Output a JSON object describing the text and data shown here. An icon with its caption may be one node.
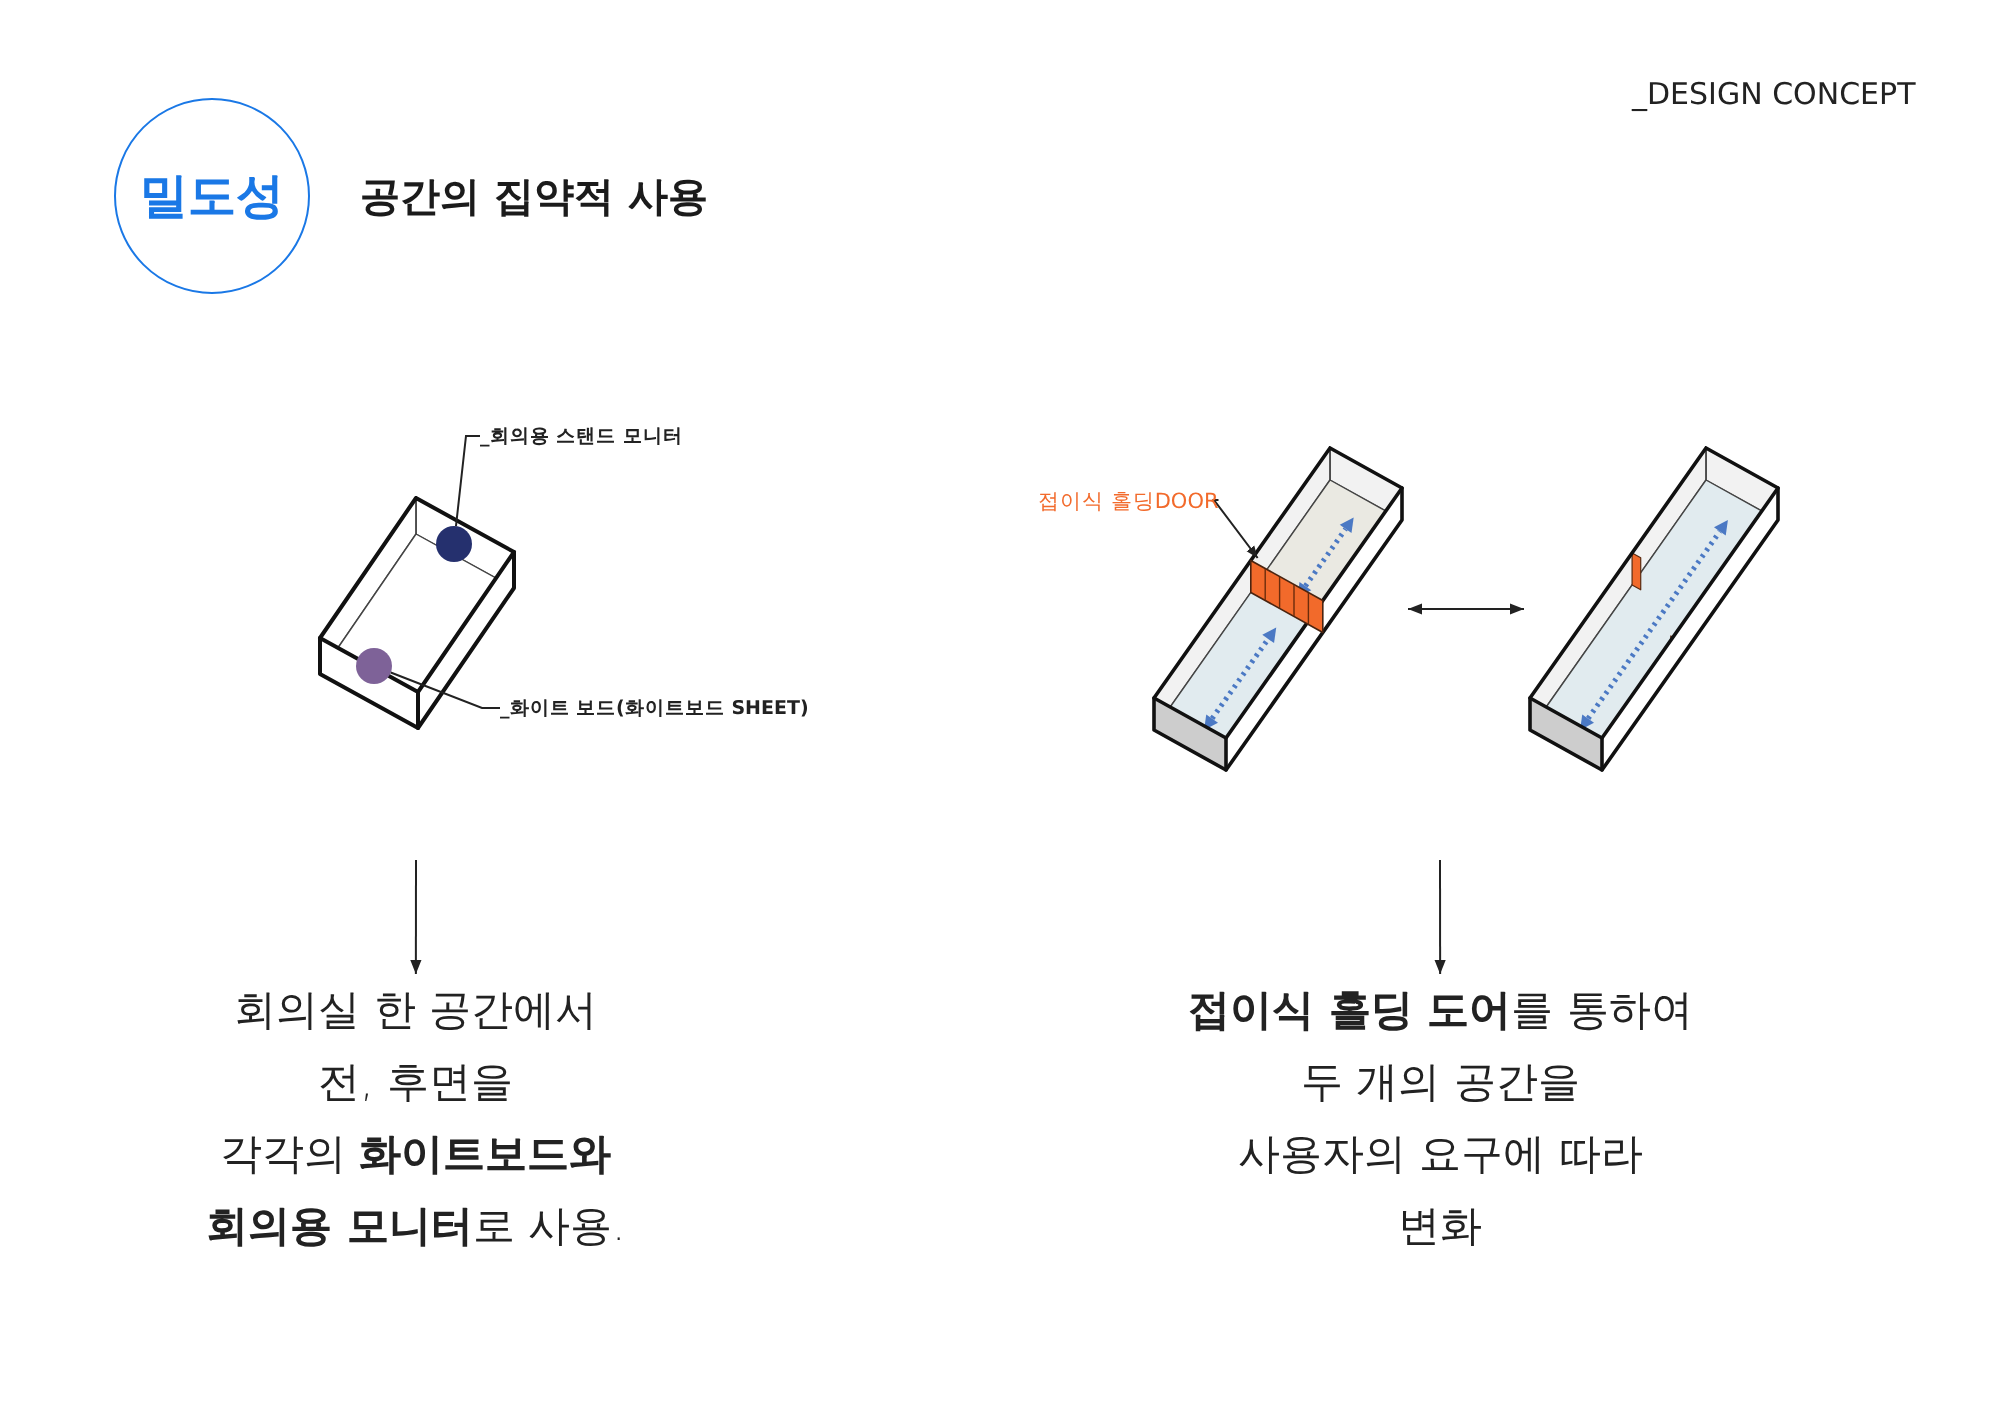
{
  "diagram": {
    "title": "공간의 집약적 사용",
    "nodes": [
      {
        "text": [
          "밀도성"
        ]
      },
      {
        "text": [
          "_회의용 스탠드 모니터"
        ]
      },
      {
        "text": [],
        "shape": "picture"
      },
      {
        "text": [],
        "shape": "circle",
        "in": 2
      },
      {
        "text": [],
        "shape": "circle",
        "in": 2
      },
      {
        "text": [
          "_화이트 보드(화이트보드 SHEET)"
        ]
      },
      {
        "text": [
          "접이식 홀딩DOOR"
        ]
      },
      {
        "text": [],
        "shape": "picture"
      },
      {
        "text": [],
        "shape": "box",
        "in": 7
      },
      {
        "text": [],
        "shape": "picture"
      },
      {
        "text": [
          "회의실 한 공간에서 전, 후면을 각각의 **화이트보드와 회의용 모니터**로 사용."
        ]
      },
      {
        "text": [
          "**접이식 홀딩 도어**를 통하여 두 개의 공간을 사용자의 요구에 따라 변화"
        ]
      }
    ],
    "edges": [
      {
        "from": 1,
        "to": 3,
        "arrow": "none"
      },
      {
        "from": 5,
        "to": 4,
        "arrow": "none"
      },
      {
        "from": 6,
        "to": 8,
        "arrow": "to"
      },
      {
        "from": 7,
        "to": 9,
        "arrow": "both"
      },
      {
        "from": null,
        "to": 10,
        "arrow": "to"
      },
      {
        "from": null,
        "to": 11,
        "arrow": "to"
      }
    ],
    "labels": [
      "_DESIGN CONCEPT"
    ]
  }
}
